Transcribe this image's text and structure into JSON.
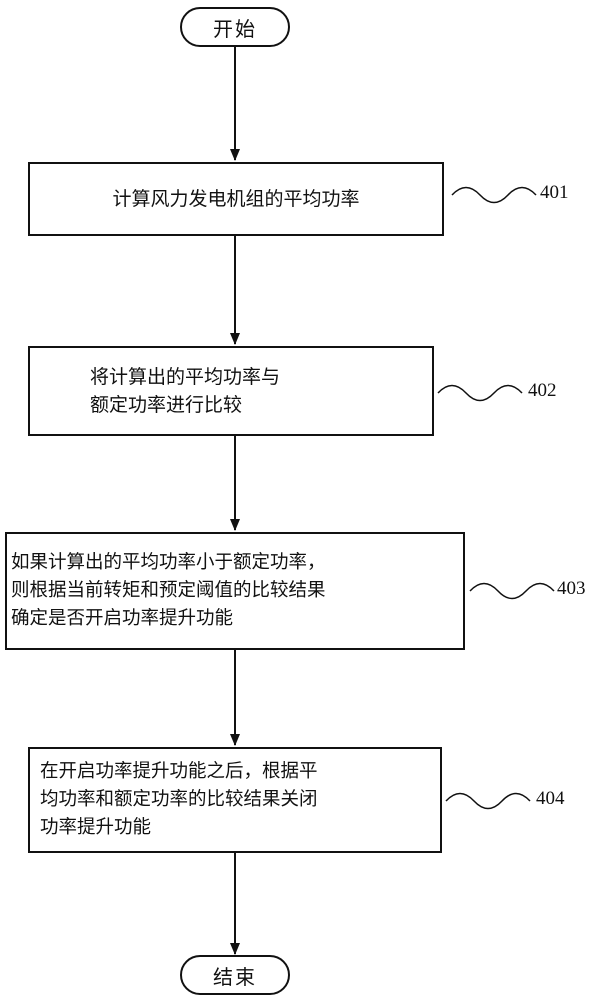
{
  "start_label": "开始",
  "end_label": "结束",
  "steps": [
    {
      "id": "401",
      "text": "计算风力发电机组的平均功率"
    },
    {
      "id": "402",
      "text": "将计算出的平均功率与\n额定功率进行比较"
    },
    {
      "id": "403",
      "text": "如果计算出的平均功率小于额定功率，\n则根据当前转矩和预定阈值的比较结果\n确定是否开启功率提升功能"
    },
    {
      "id": "404",
      "text": "在开启功率提升功能之后，根据平\n均功率和额定功率的比较结果关闭\n功率提升功能"
    }
  ]
}
